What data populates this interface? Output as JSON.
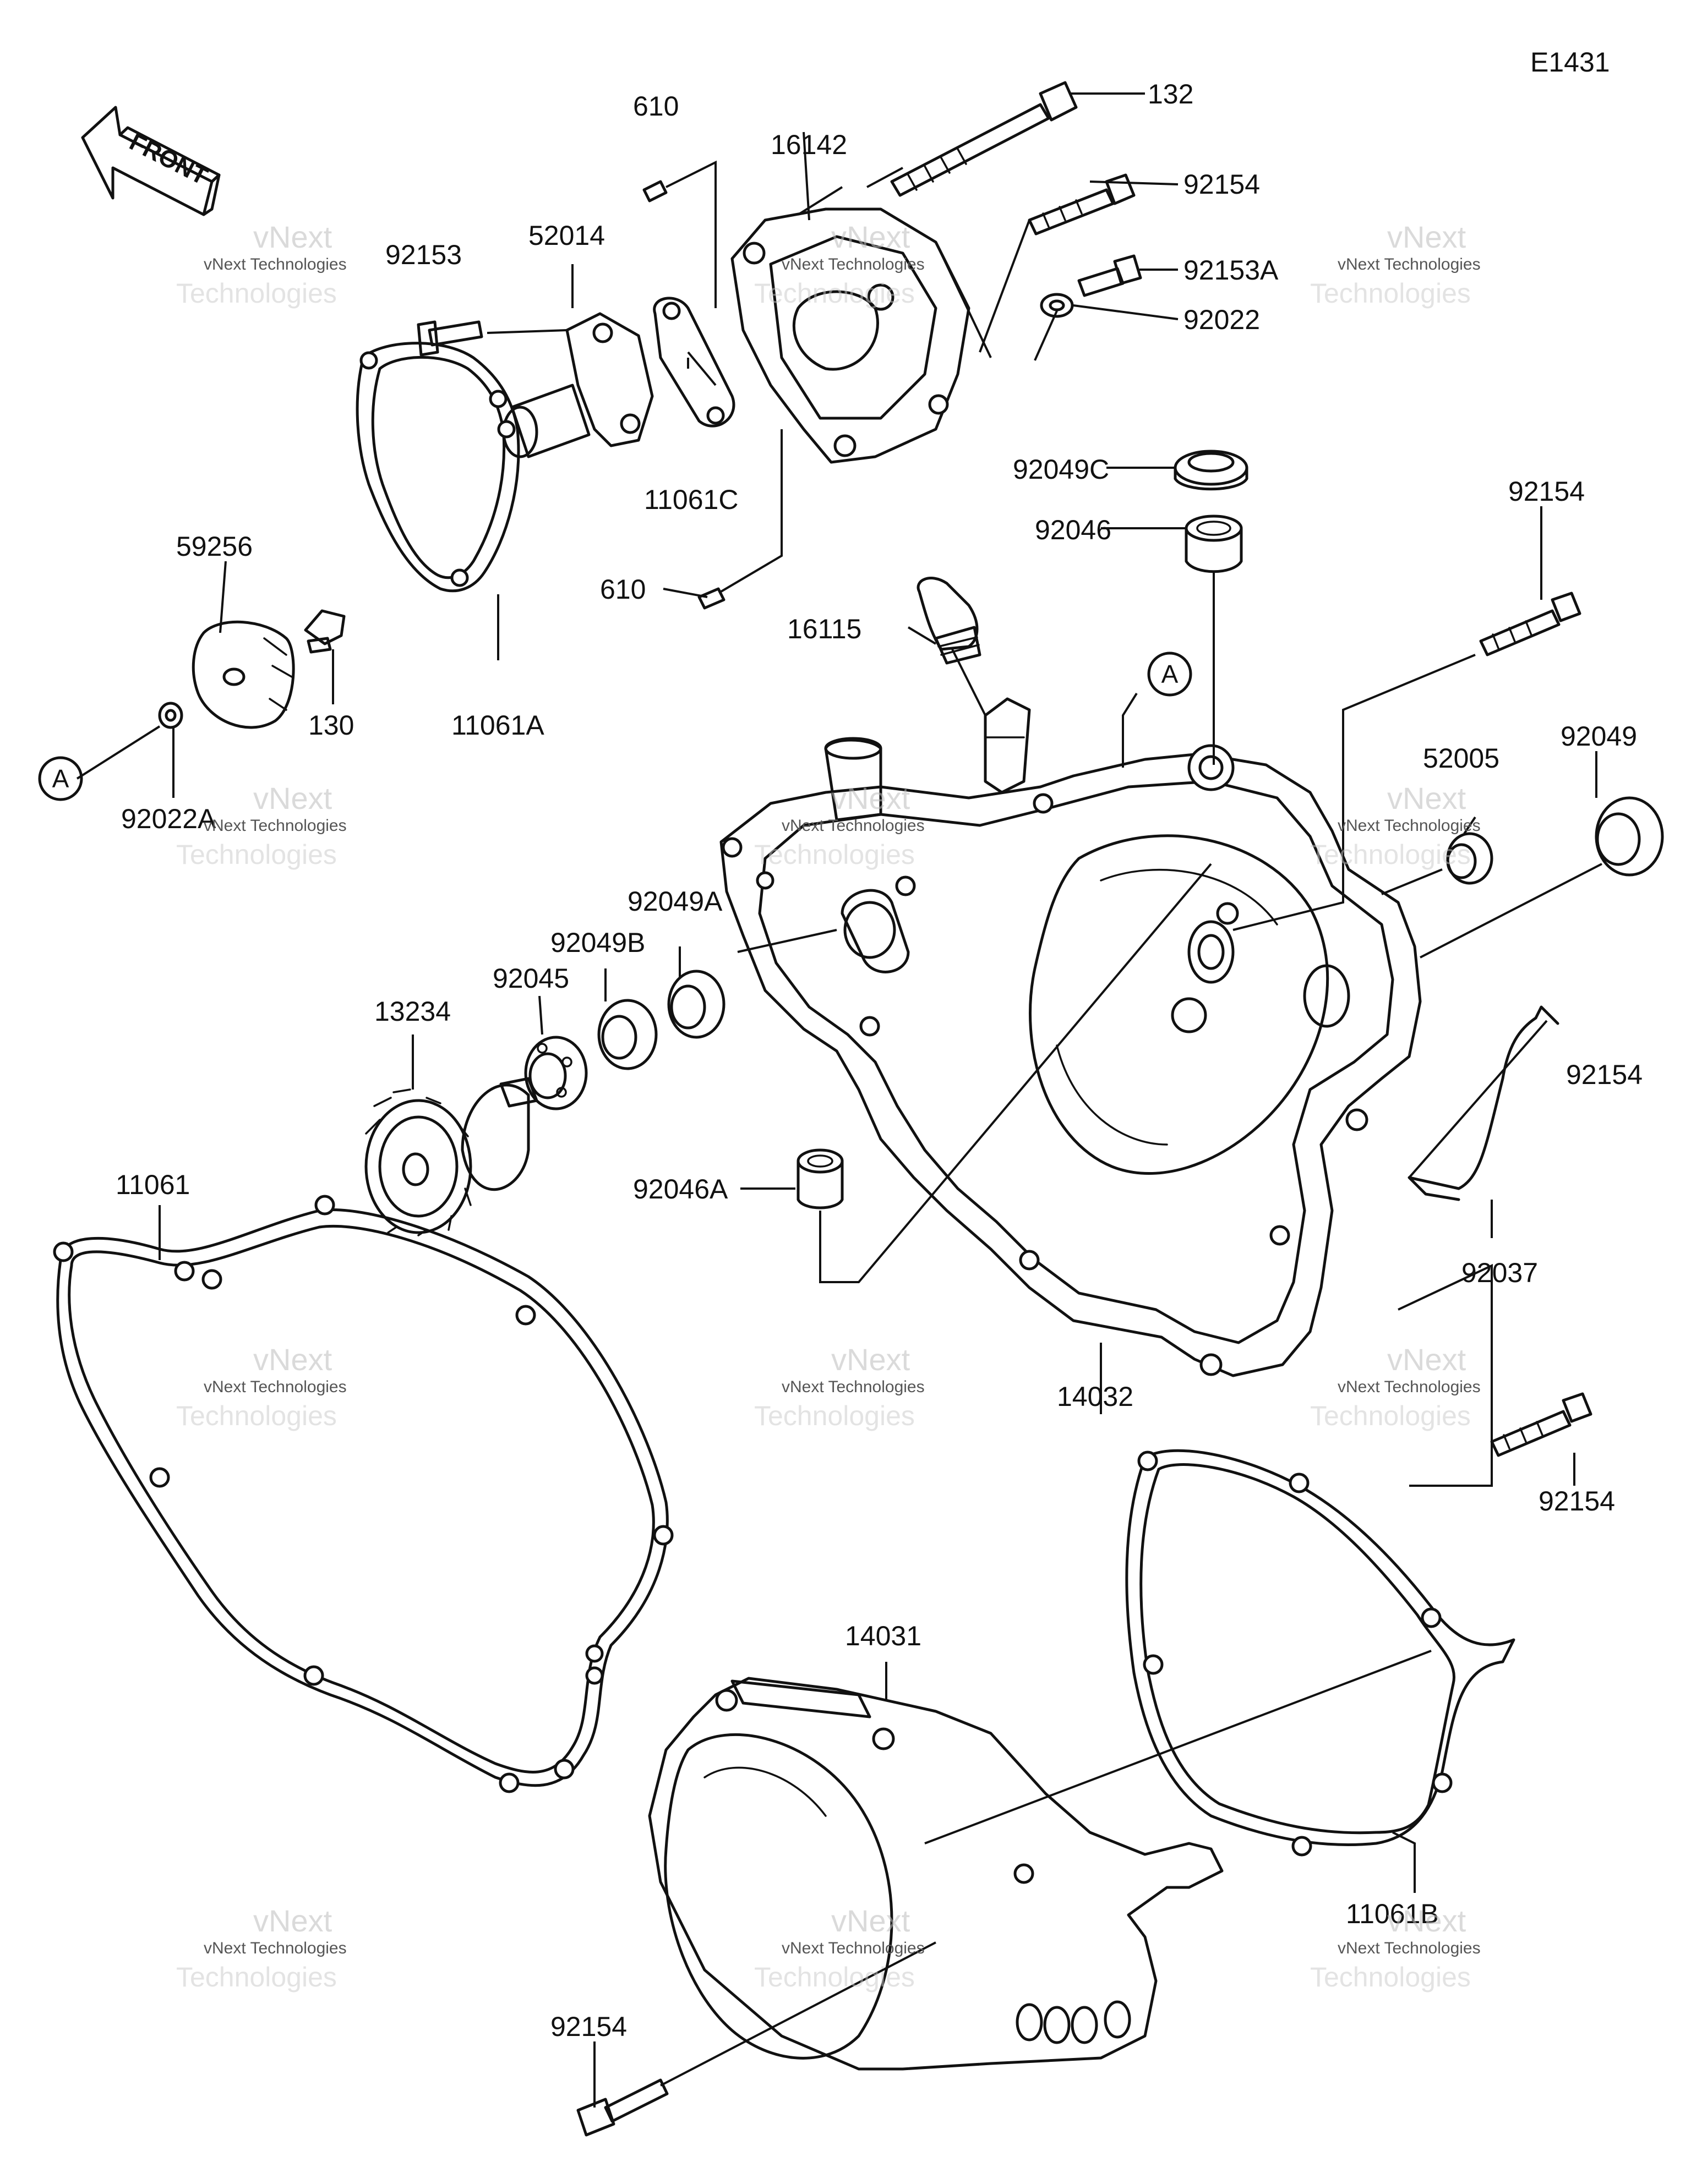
{
  "diagram_code": "E1431",
  "front_label": "FRONT",
  "ref_marker": "A",
  "parts": {
    "p132": "132",
    "p16142": "16142",
    "p610a": "610",
    "p610b": "610",
    "p92153": "92153",
    "p52014": "52014",
    "p92154_top": "92154",
    "p92153A": "92153A",
    "p92022": "92022",
    "p11061C": "11061C",
    "p92049C": "92049C",
    "p92046": "92046",
    "p92154_right": "92154",
    "p59256": "59256",
    "p130": "130",
    "p11061A": "11061A",
    "p16115": "16115",
    "p92022A": "92022A",
    "p52005": "52005",
    "p92049": "92049",
    "p92049A": "92049A",
    "p92049B": "92049B",
    "p92045": "92045",
    "p13234": "13234",
    "p92154_mid": "92154",
    "p11061": "11061",
    "p92046A": "92046A",
    "p92037": "92037",
    "p14032": "14032",
    "p92154_lowright": "92154",
    "p14031": "14031",
    "p11061B": "11061B",
    "p92154_bottom": "92154"
  },
  "watermark": {
    "brand": "vNext Technologies",
    "word1": "vNext",
    "word2": "Technologies"
  }
}
